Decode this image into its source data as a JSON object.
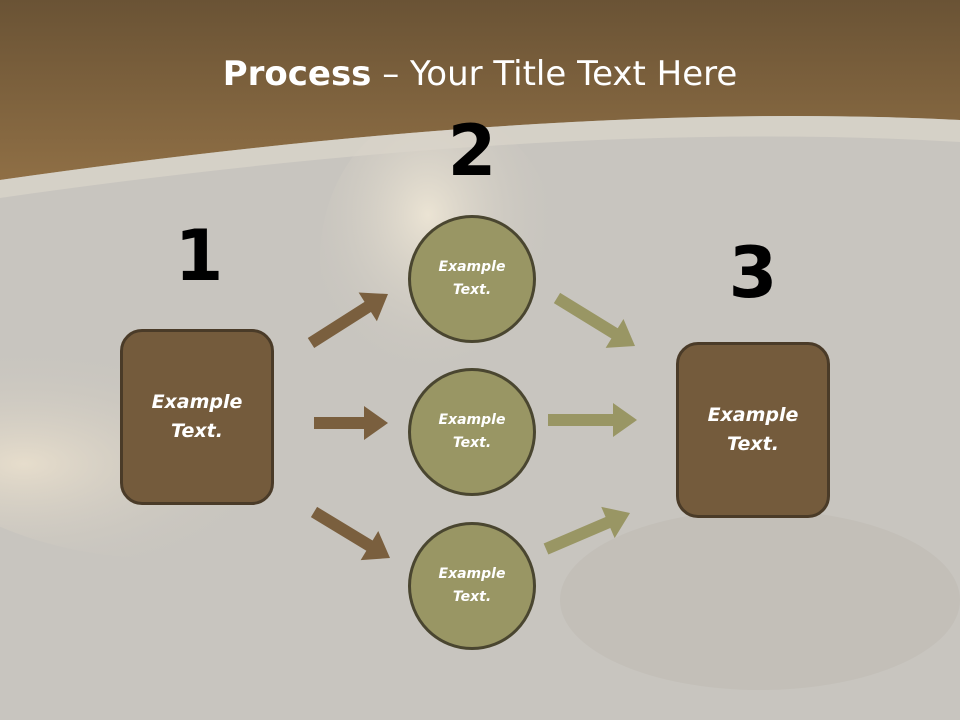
{
  "title": {
    "bold": "Process",
    "rest": " – Your Title Text Here"
  },
  "steps": [
    {
      "number": "1",
      "label": "Example Text."
    },
    {
      "number": "2",
      "circles": [
        "Example Text.",
        "Example Text.",
        "Example Text."
      ]
    },
    {
      "number": "3",
      "label": "Example Text."
    }
  ],
  "colors": {
    "header_brown": "#8c6d45",
    "box_fill": "#745b3c",
    "circle_fill": "#999664",
    "arrow_brown": "#7a5f3e",
    "arrow_olive": "#999664",
    "number_text": "#000000"
  }
}
